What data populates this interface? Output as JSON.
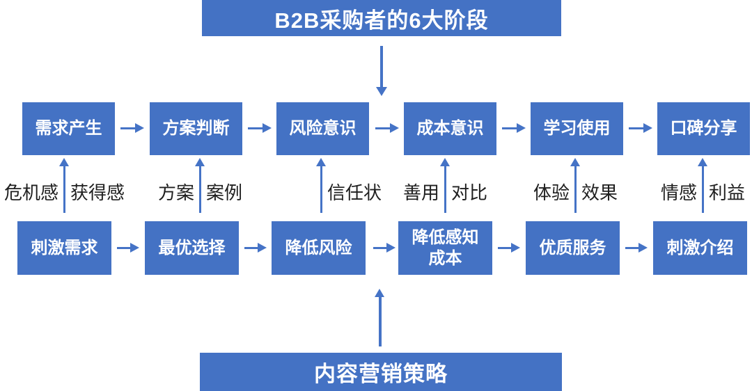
{
  "diagram": {
    "top_banner": "B2B采购者的6大阶段",
    "bottom_banner": "内容营销策略",
    "colors": {
      "primary_blue": "#4472C4",
      "arrow_blue": "#4573C6",
      "box_text": "#FFFFFF",
      "label_text": "#1F1F1F",
      "background": "#FFFFFF"
    },
    "top_row": [
      {
        "label": "需求产生"
      },
      {
        "label": "方案判断"
      },
      {
        "label": "风险意识"
      },
      {
        "label": "成本意识"
      },
      {
        "label": "学习使用"
      },
      {
        "label": "口碑分享"
      }
    ],
    "bottom_row": [
      {
        "label": "刺激需求"
      },
      {
        "label": "最优选择"
      },
      {
        "label": "降低风险"
      },
      {
        "label": "降低感知成本"
      },
      {
        "label": "优质服务"
      },
      {
        "label": "刺激介绍"
      }
    ],
    "connectors": [
      {
        "left": "危机感",
        "right": "获得感"
      },
      {
        "left": "方案",
        "right": "案例"
      },
      {
        "left": "",
        "right": "信任状"
      },
      {
        "left": "善用",
        "right": "对比"
      },
      {
        "left": "体验",
        "right": "效果"
      },
      {
        "left": "情感",
        "right": "利益"
      }
    ]
  }
}
